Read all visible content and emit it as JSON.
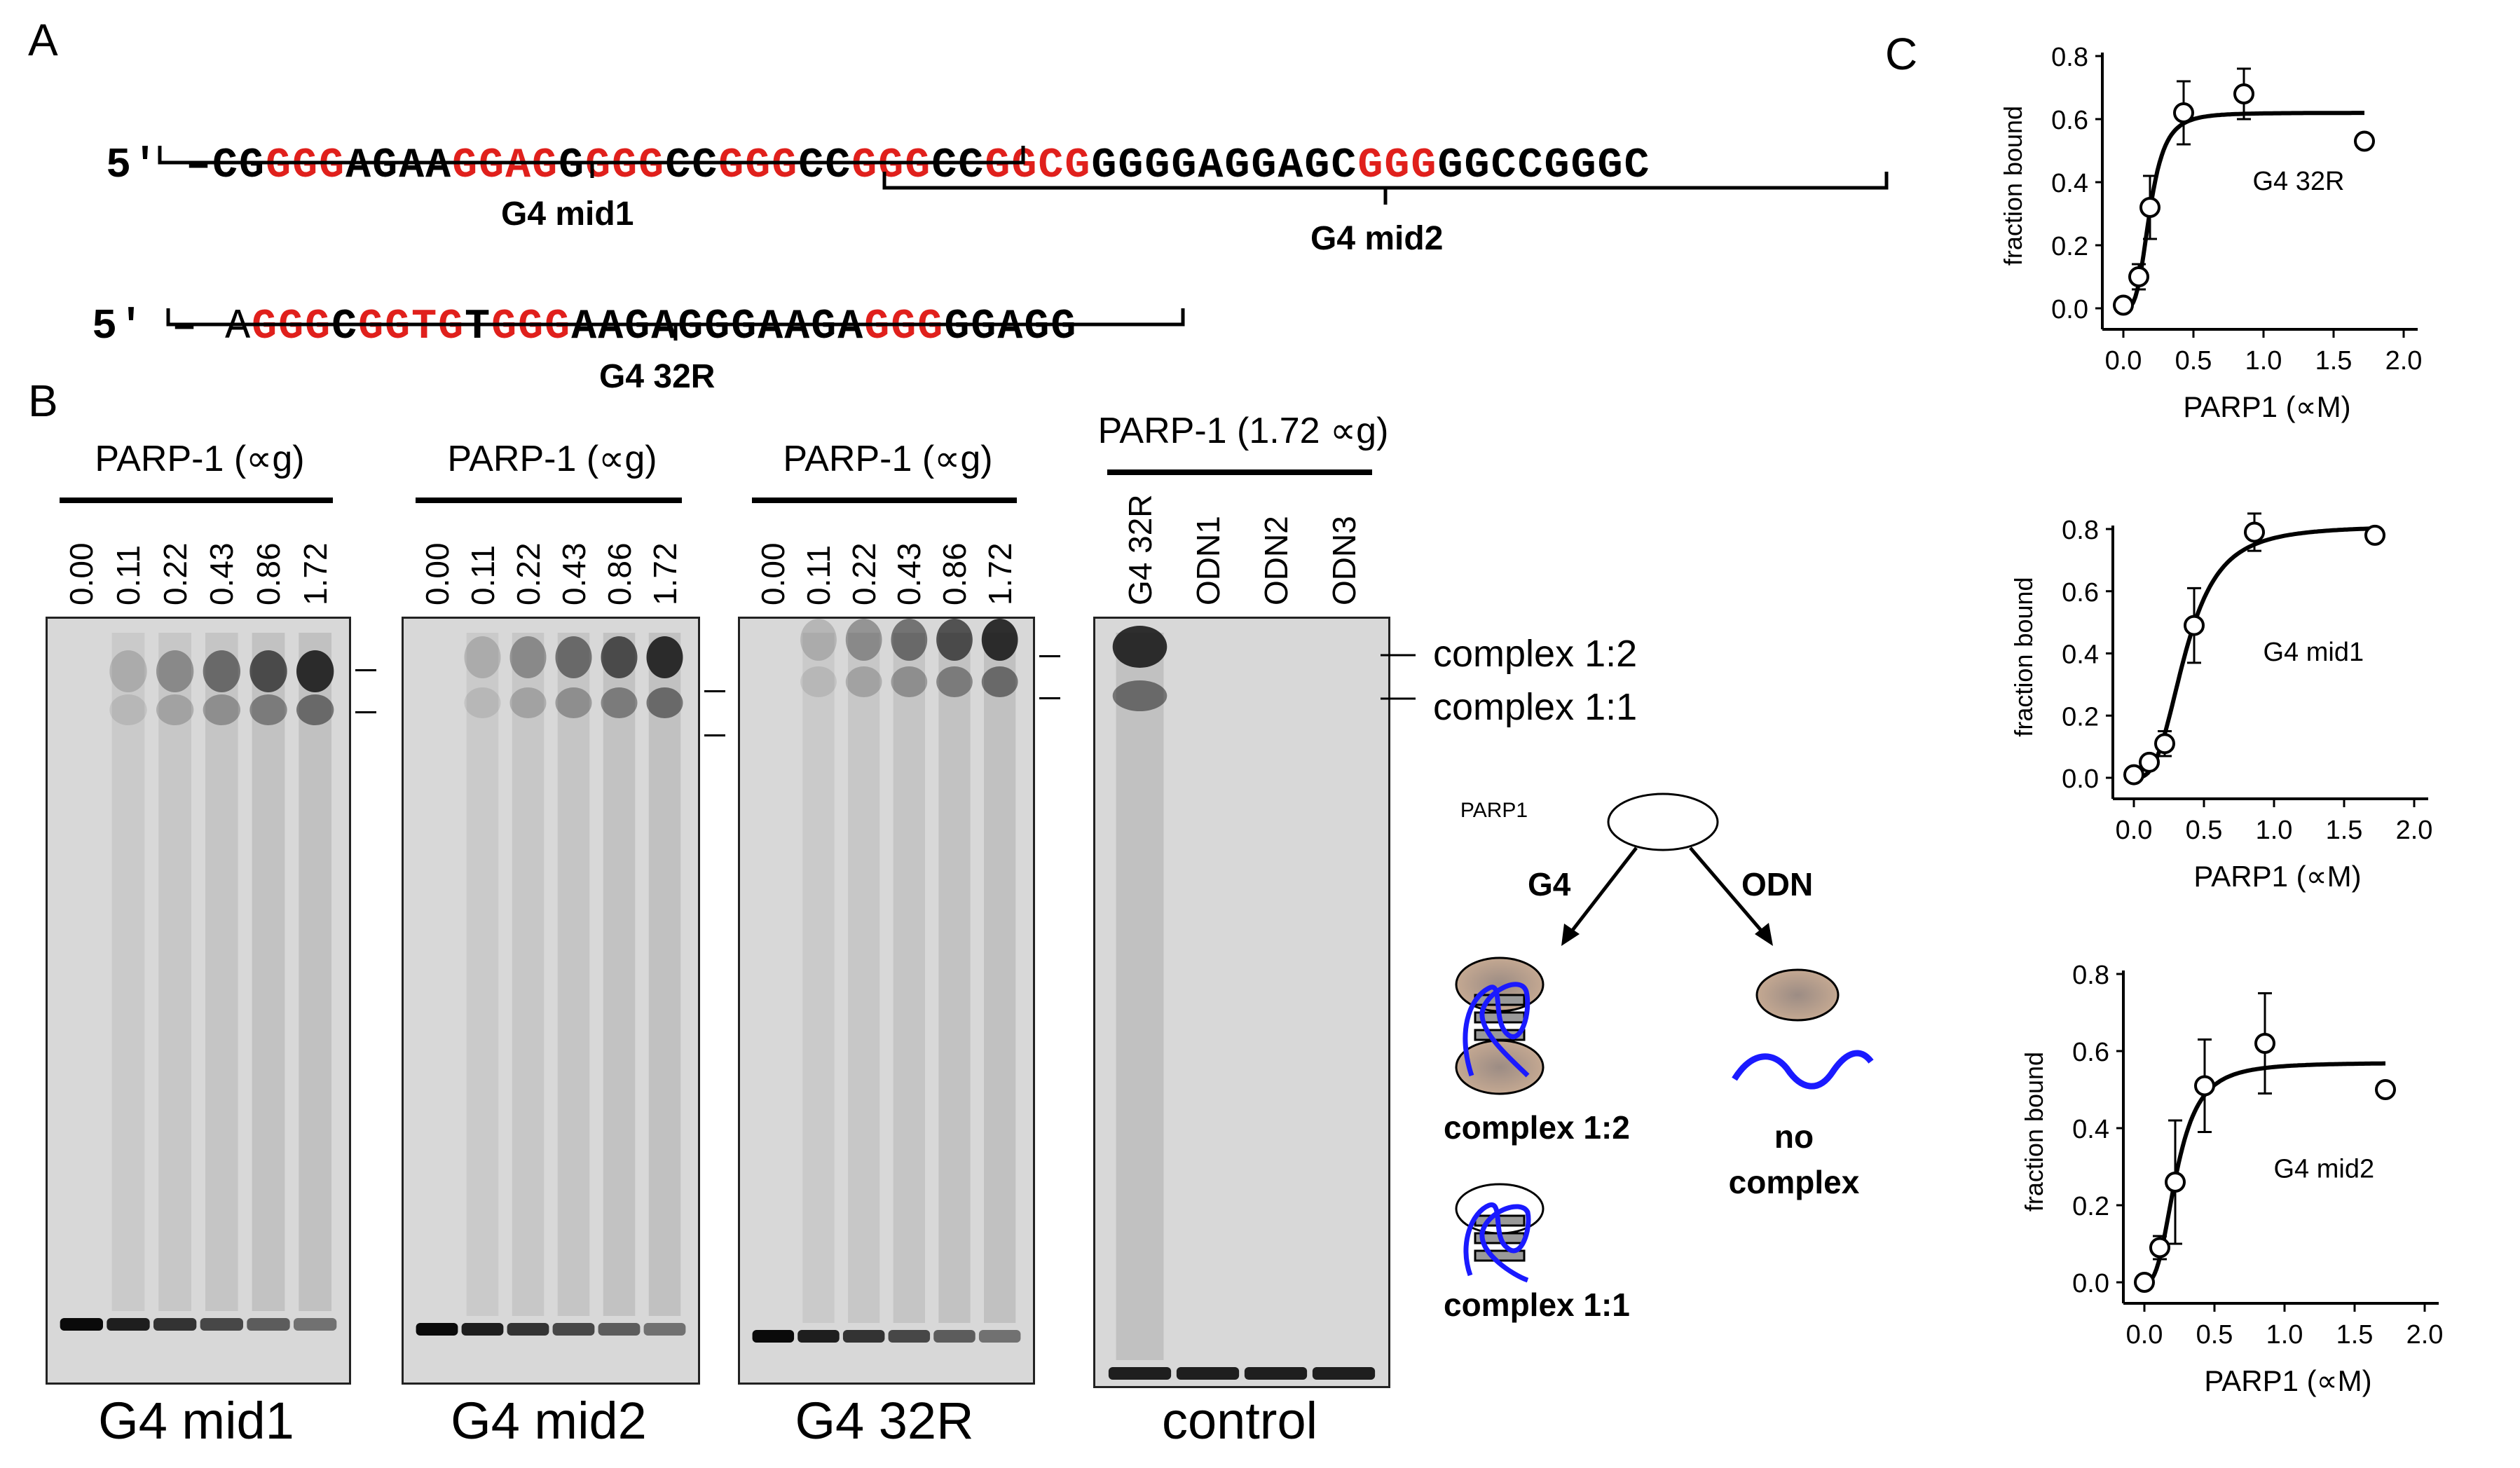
{
  "panel_labels": {
    "a": "A",
    "b": "B",
    "c": "C"
  },
  "sequences": {
    "seq1_prefix": "5′ –",
    "seq1_parts": [
      {
        "t": "CG",
        "red": false
      },
      {
        "t": "GGG",
        "red": true
      },
      {
        "t": "AGAA",
        "red": false
      },
      {
        "t": "GGAG",
        "red": true
      },
      {
        "t": "G",
        "red": false
      },
      {
        "t": "GGG",
        "red": true
      },
      {
        "t": "CC",
        "red": false
      },
      {
        "t": "GGG",
        "red": true
      },
      {
        "t": "CC",
        "red": false
      },
      {
        "t": "GGG",
        "red": true
      },
      {
        "t": "CC",
        "red": false
      },
      {
        "t": "GGCG",
        "red": true
      },
      {
        "t": "GGGGAGGAGC",
        "red": false
      },
      {
        "t": "GGG",
        "red": true
      },
      {
        "t": "GGCCGGGC",
        "red": false
      }
    ],
    "seq2_prefix": "5′ –",
    "seq2_parts": [
      {
        "t": "A",
        "red": false,
        "thin": true
      },
      {
        "t": "GGG",
        "red": true
      },
      {
        "t": "C",
        "red": false
      },
      {
        "t": "GGTG",
        "red": true
      },
      {
        "t": "T",
        "red": false
      },
      {
        "t": "GGG",
        "red": true
      },
      {
        "t": "AAGAGGGAAGA",
        "red": false
      },
      {
        "t": "GGG",
        "red": true
      },
      {
        "t": "GGAGG",
        "red": false
      }
    ],
    "bracket_g4mid1": "G4 mid1",
    "bracket_g4mid2": "G4 mid2",
    "bracket_g432r": "G4 32R"
  },
  "gels": [
    {
      "header": "PARP-1 (∝g)",
      "lanes": [
        "0.00",
        "0.11",
        "0.22",
        "0.43",
        "0.86",
        "1.72"
      ],
      "name": "G4 mid1"
    },
    {
      "header": "PARP-1 (∝g)",
      "lanes": [
        "0.00",
        "0.11",
        "0.22",
        "0.43",
        "0.86",
        "1.72"
      ],
      "name": "G4 mid2"
    },
    {
      "header": "PARP-1 (∝g)",
      "lanes": [
        "0.00",
        "0.11",
        "0.22",
        "0.43",
        "0.86",
        "1.72"
      ],
      "name": "G4 32R"
    },
    {
      "header": "PARP-1 (1.72 ∝g)",
      "lanes": [
        "G4 32R",
        "ODN1",
        "ODN2",
        "ODN3"
      ],
      "name": "control"
    }
  ],
  "complex_labels": {
    "c12": "complex 1:2",
    "c11": "complex 1:1"
  },
  "diagram": {
    "parp": "PARP1",
    "g4": "G4",
    "odn": "ODN",
    "complex12": "complex 1:2",
    "complex11": "complex 1:1",
    "no_complex_1": "no",
    "no_complex_2": "complex",
    "protein_color": "#c8ab93",
    "dna_color": "#1a1aff"
  },
  "chart_data": [
    {
      "type": "scatter",
      "title": "G4 32R",
      "xlabel": "PARP1 (∝M)",
      "ylabel": "fraction bound",
      "xlim": [
        0,
        2.0
      ],
      "ylim": [
        0,
        0.8
      ],
      "xticks": [
        "0.0",
        "0.5",
        "1.0",
        "1.5",
        "2.0"
      ],
      "yticks": [
        "0.0",
        "0.2",
        "0.4",
        "0.6",
        "0.8"
      ],
      "x": [
        0.0,
        0.11,
        0.19,
        0.43,
        0.86,
        1.72
      ],
      "y": [
        0.01,
        0.1,
        0.32,
        0.62,
        0.68,
        0.53
      ],
      "err": [
        0,
        0.04,
        0.1,
        0.1,
        0.08,
        0
      ],
      "fit": {
        "top": 0.62,
        "k": 0.19,
        "n": 3.5
      }
    },
    {
      "type": "scatter",
      "title": "G4 mid1",
      "xlabel": "PARP1 (∝M)",
      "ylabel": "fraction bound",
      "xlim": [
        0,
        2.0
      ],
      "ylim": [
        0,
        0.8
      ],
      "xticks": [
        "0.0",
        "0.5",
        "1.0",
        "1.5",
        "2.0"
      ],
      "yticks": [
        "0.0",
        "0.2",
        "0.4",
        "0.6",
        "0.8"
      ],
      "x": [
        0.0,
        0.11,
        0.22,
        0.43,
        0.86,
        1.72
      ],
      "y": [
        0.01,
        0.05,
        0.11,
        0.49,
        0.79,
        0.78
      ],
      "err": [
        0,
        0.02,
        0.04,
        0.12,
        0.06,
        0
      ],
      "fit": {
        "top": 0.81,
        "k": 0.37,
        "n": 3.0
      }
    },
    {
      "type": "scatter",
      "title": "G4 mid2",
      "xlabel": "PARP1 (∝M)",
      "ylabel": "fraction bound",
      "xlim": [
        0,
        2.0
      ],
      "ylim": [
        0,
        0.8
      ],
      "xticks": [
        "0.0",
        "0.5",
        "1.0",
        "1.5",
        "2.0"
      ],
      "yticks": [
        "0.0",
        "0.2",
        "0.4",
        "0.6",
        "0.8"
      ],
      "x": [
        0.0,
        0.11,
        0.22,
        0.43,
        0.86,
        1.72
      ],
      "y": [
        0.0,
        0.09,
        0.26,
        0.51,
        0.62,
        0.5
      ],
      "err": [
        0,
        0.03,
        0.16,
        0.12,
        0.13,
        0
      ],
      "fit": {
        "top": 0.57,
        "k": 0.23,
        "n": 2.8
      }
    }
  ]
}
